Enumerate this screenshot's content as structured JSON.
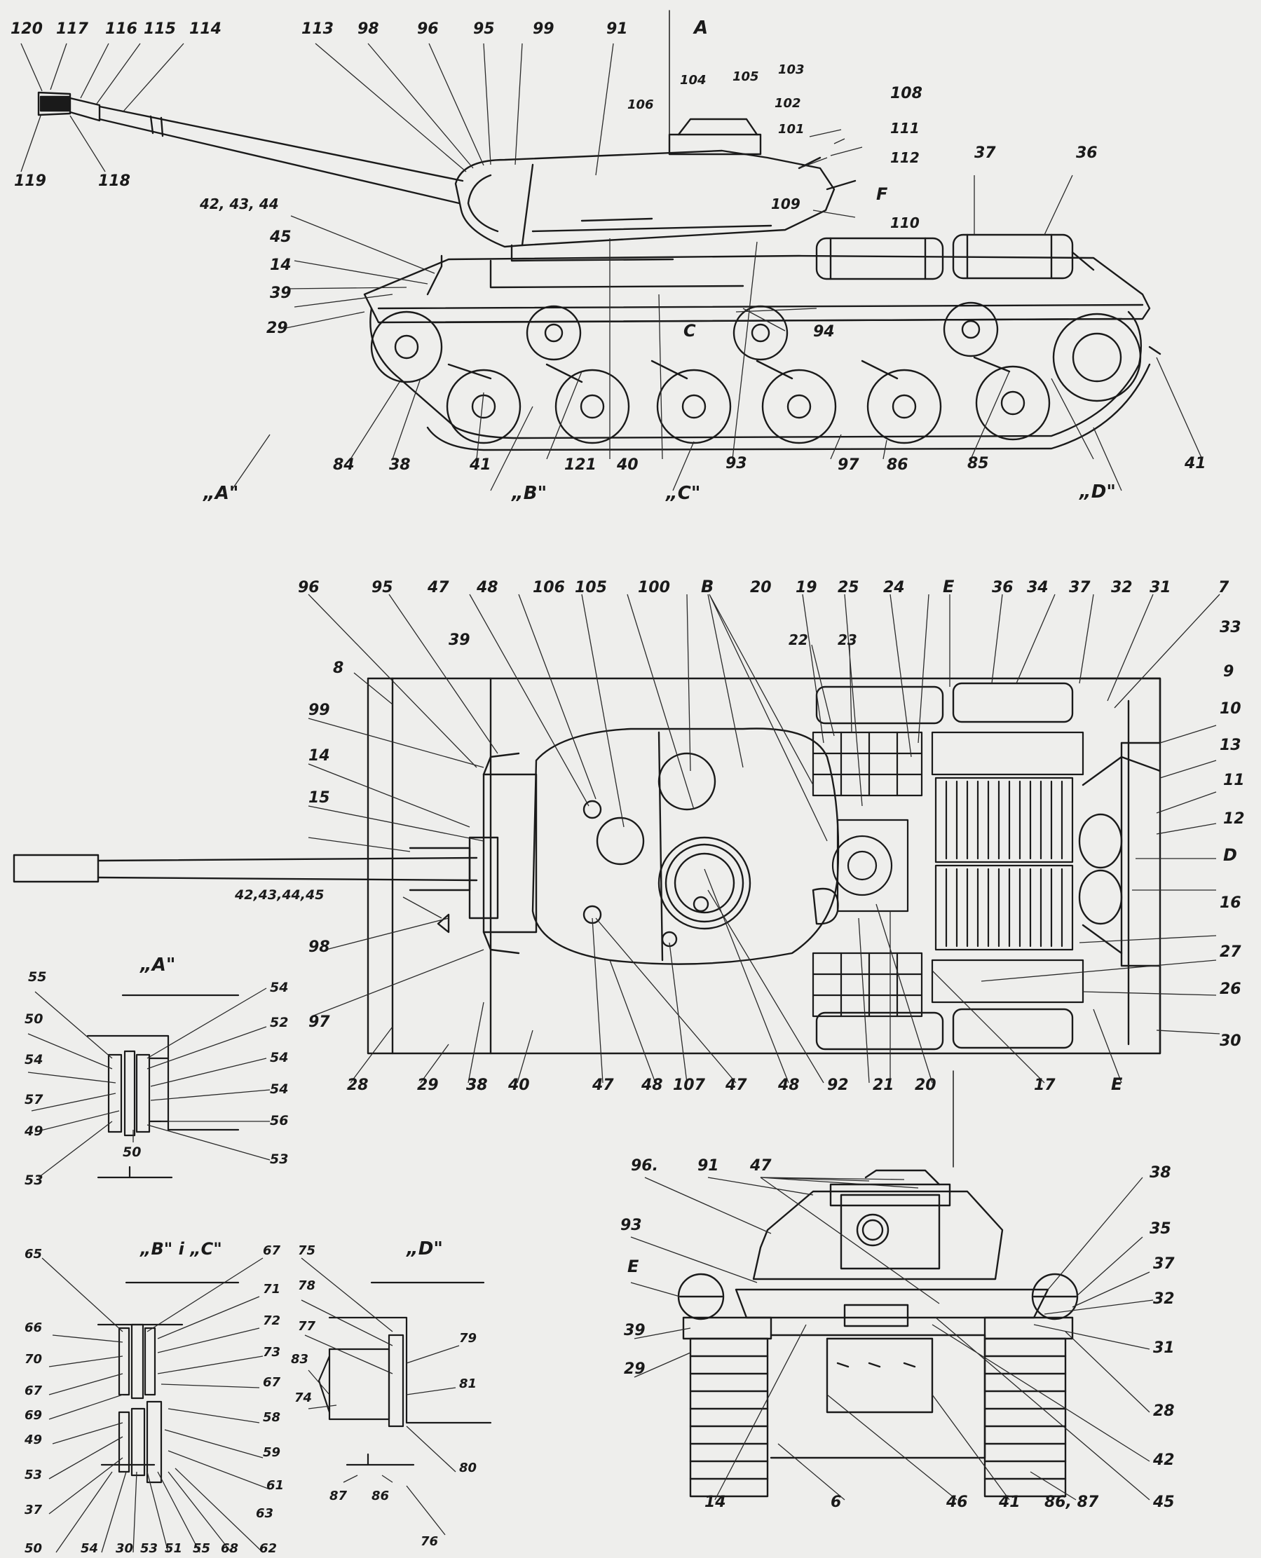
{
  "colors": {
    "paper": "#eeeeec",
    "ink": "#1a1a1a"
  },
  "side_view": {
    "labels": [
      "120",
      "117",
      "116",
      "115",
      "114",
      "113",
      "98",
      "96",
      "95",
      "99",
      "91",
      "A",
      "104",
      "105",
      "103",
      "102",
      "101",
      "106",
      "108",
      "111",
      "112",
      "F",
      "37",
      "36",
      "109",
      "110",
      "119",
      "118",
      "42, 43, 44",
      "45",
      "14",
      "39",
      "29",
      "C",
      "94",
      "84",
      "38",
      "41",
      "121",
      "40",
      "93",
      "97",
      "86",
      "85",
      "41",
      "„A\"",
      "„B\"",
      "„C\"",
      "„D\""
    ]
  },
  "top_view": {
    "labels": [
      "96",
      "95",
      "47",
      "48",
      "106",
      "105",
      "100",
      "B",
      "20",
      "19",
      "25",
      "24",
      "E",
      "36",
      "34",
      "37",
      "32",
      "31",
      "7",
      "33",
      "9",
      "10",
      "13",
      "11",
      "12",
      "D",
      "16",
      "27",
      "26",
      "30",
      "22",
      "23",
      "39",
      "8",
      "99",
      "14",
      "15",
      "42,43,44,45",
      "98",
      "97",
      "38",
      "28",
      "29",
      "38",
      "40",
      "47",
      "48",
      "107",
      "47",
      "48",
      "92",
      "21",
      "20",
      "17",
      "E"
    ]
  },
  "detail_a": {
    "title": "„A\"",
    "labels": [
      "55",
      "54",
      "50",
      "52",
      "54",
      "54",
      "57",
      "54",
      "49",
      "56",
      "53",
      "50",
      "53"
    ]
  },
  "detail_bc": {
    "title": "„B\" i „C\"",
    "labels": [
      "65",
      "67",
      "66",
      "71",
      "72",
      "70",
      "73",
      "67",
      "67",
      "69",
      "58",
      "49",
      "59",
      "53",
      "61",
      "37",
      "63",
      "50",
      "54",
      "30",
      "53",
      "51",
      "55",
      "68",
      "62"
    ]
  },
  "detail_d": {
    "title": "„D\"",
    "labels": [
      "75",
      "78",
      "79",
      "77",
      "83",
      "81",
      "74",
      "80",
      "87",
      "86",
      "76"
    ]
  },
  "front_view": {
    "labels": [
      "96.",
      "91",
      "47",
      "38",
      "93",
      "35",
      "E",
      "37",
      "39",
      "32",
      "29",
      "31",
      "28",
      "42",
      "45",
      "14",
      "6",
      "46",
      "41",
      "86, 87"
    ]
  }
}
